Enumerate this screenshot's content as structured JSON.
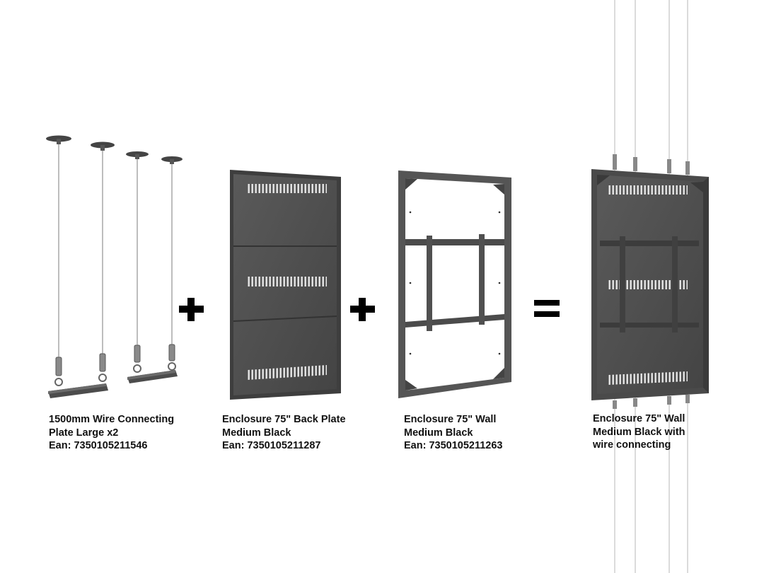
{
  "products": [
    {
      "name_line1": "1500mm Wire Connecting",
      "name_line2": "Plate Large x2",
      "ean": "Ean: 7350105211546"
    },
    {
      "name_line1": "Enclosure 75\" Back Plate",
      "name_line2": "Medium Black",
      "ean": "Ean: 7350105211287"
    },
    {
      "name_line1": "Enclosure 75\" Wall",
      "name_line2": "Medium Black",
      "ean": "Ean: 7350105211263"
    },
    {
      "name_line1": "Enclosure 75\" Wall",
      "name_line2": "Medium Black with",
      "name_line3": "wire connecting"
    }
  ],
  "operators": {
    "plus": "+",
    "equals": "="
  },
  "colors": {
    "panel": "#4a4a4a",
    "panel_dark": "#3a3a3a",
    "frame": "#555555",
    "wire": "#c8c8c8",
    "vent": "#e6e6e6"
  },
  "icons": [
    "plus-icon",
    "equals-icon"
  ]
}
